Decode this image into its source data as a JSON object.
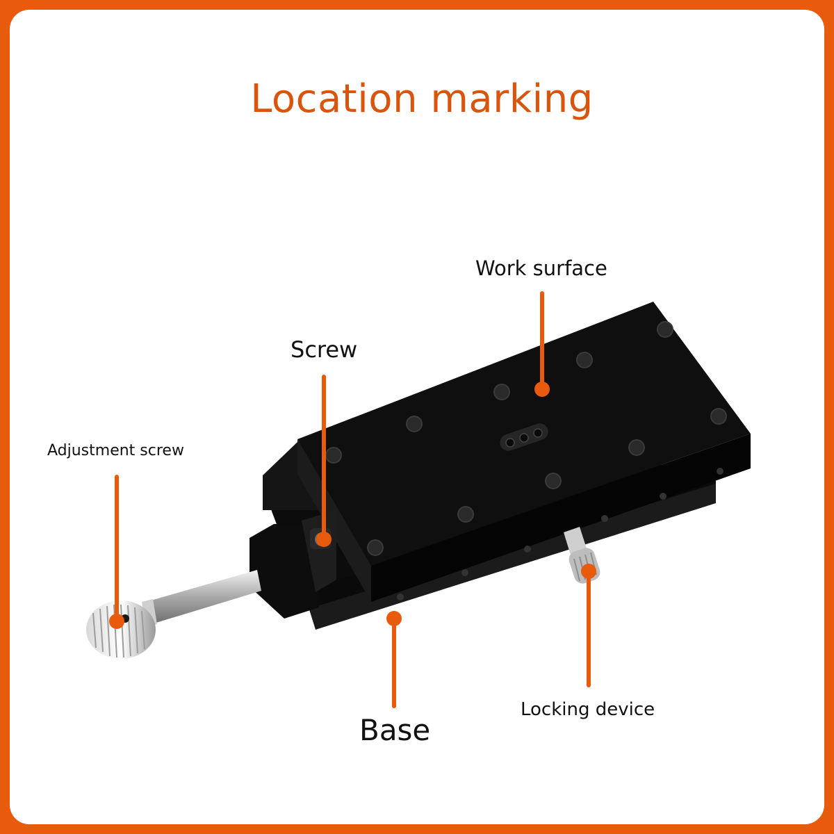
{
  "title": "Location marking",
  "labels": {
    "work_surface": "Work surface",
    "screw": "Screw",
    "adjustment_screw": "Adjustment screw",
    "base": "Base",
    "locking_device": "Locking device"
  },
  "colors": {
    "frame": "#e85a0c",
    "title": "#d9540c",
    "callout": "#e85a0c",
    "stage_body": "#111111",
    "metal": "#c9c9c9"
  }
}
